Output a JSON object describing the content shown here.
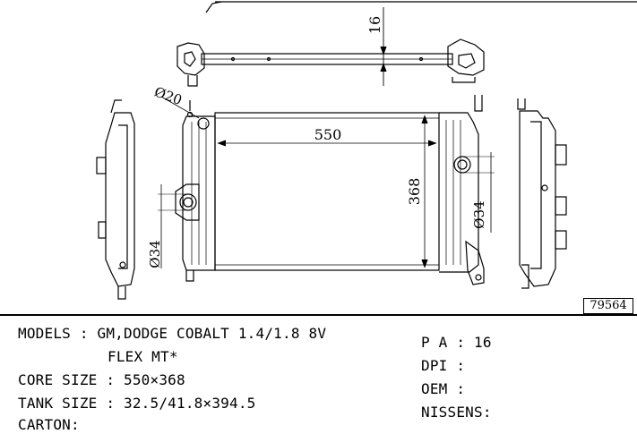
{
  "drawing": {
    "dimensions": {
      "top_thickness": "16",
      "hose_diameter": "Ø20",
      "core_width": "550",
      "core_height": "368",
      "inlet_diameter_left": "Ø34",
      "outlet_diameter_right": "Ø34"
    },
    "part_code": "79564"
  },
  "specs": {
    "models_label": "MODELS : GM,DODGE COBALT 1.4/1.8 8V",
    "models_cont": "FLEX MT*",
    "core_size": "CORE SIZE : 550×368",
    "tank_size": "TANK SIZE : 32.5/41.8×394.5",
    "carton": "CARTON:",
    "pa": "P A : 16",
    "dpi": "DPI :",
    "oem": "OEM :",
    "nissens": "NISSENS:"
  }
}
